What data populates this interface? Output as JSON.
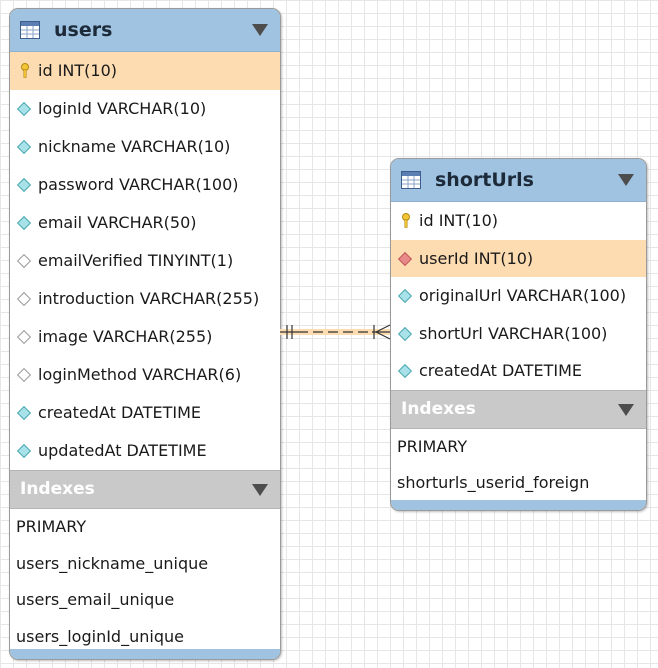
{
  "tables": {
    "users": {
      "name": "users",
      "columns": [
        {
          "label": "id INT(10)",
          "key": "pk"
        },
        {
          "label": "loginId VARCHAR(10)",
          "key": "notnull"
        },
        {
          "label": "nickname VARCHAR(10)",
          "key": "notnull"
        },
        {
          "label": "password VARCHAR(100)",
          "key": "notnull"
        },
        {
          "label": "email VARCHAR(50)",
          "key": "notnull"
        },
        {
          "label": "emailVerified TINYINT(1)",
          "key": "nullable"
        },
        {
          "label": "introduction VARCHAR(255)",
          "key": "nullable"
        },
        {
          "label": "image VARCHAR(255)",
          "key": "nullable"
        },
        {
          "label": "loginMethod VARCHAR(6)",
          "key": "nullable"
        },
        {
          "label": "createdAt DATETIME",
          "key": "notnull"
        },
        {
          "label": "updatedAt DATETIME",
          "key": "notnull"
        }
      ],
      "indexes_label": "Indexes",
      "indexes": [
        "PRIMARY",
        "users_nickname_unique",
        "users_email_unique",
        "users_loginId_unique"
      ]
    },
    "shortUrls": {
      "name": "shortUrls",
      "columns": [
        {
          "label": "id INT(10)",
          "key": "pk"
        },
        {
          "label": "userId INT(10)",
          "key": "fk"
        },
        {
          "label": "originalUrl VARCHAR(100)",
          "key": "notnull"
        },
        {
          "label": "shortUrl VARCHAR(100)",
          "key": "notnull"
        },
        {
          "label": "createdAt DATETIME",
          "key": "notnull"
        }
      ],
      "indexes_label": "Indexes",
      "indexes": [
        "PRIMARY",
        "shorturls_userid_foreign"
      ]
    }
  },
  "icons": {
    "table": "table-icon",
    "collapse": "triangle-down-icon",
    "primary_key": "key-icon",
    "not_null": "diamond-icon",
    "nullable": "hollow-diamond-icon",
    "foreign_key": "red-diamond-icon"
  },
  "colors": {
    "header": "#9fc3e0",
    "pk_row": "#fddcb2",
    "indexes_header": "#c9c9c9",
    "relationship": "#f0a030"
  }
}
